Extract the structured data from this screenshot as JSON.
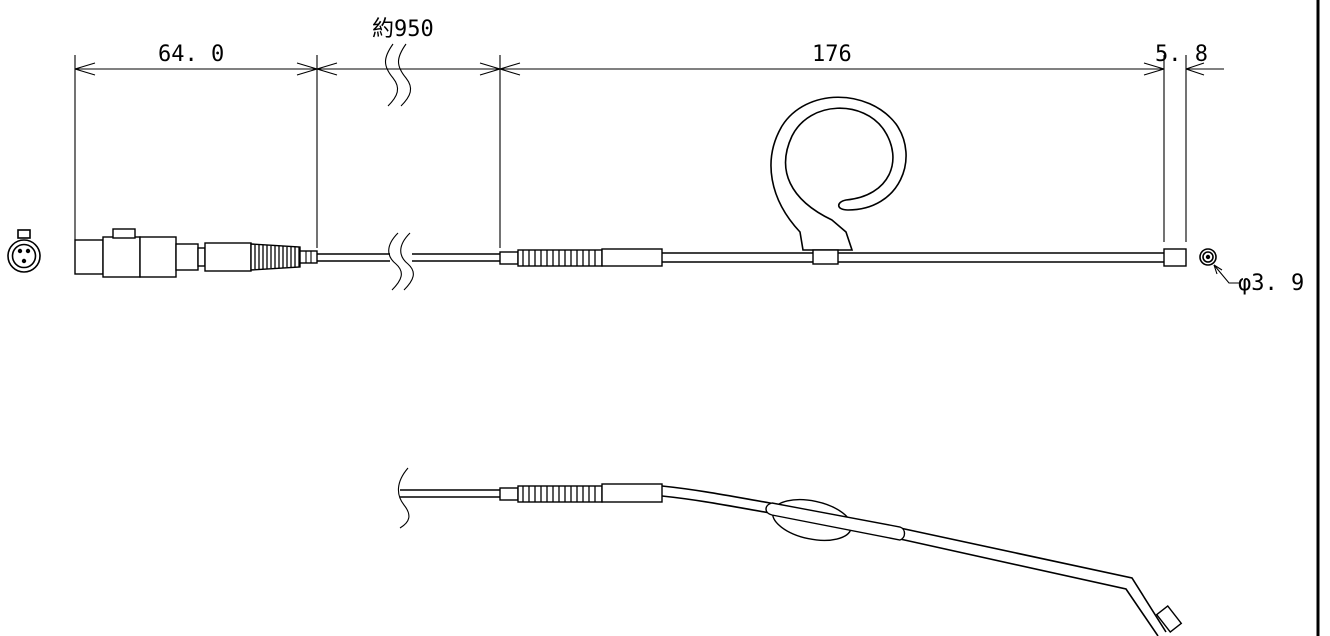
{
  "dimensions": {
    "plug_length": "64. 0",
    "cable_length": "約950",
    "boom_length": "176",
    "capsule_length": "5. 8",
    "capsule_diameter": "φ3. 9"
  }
}
